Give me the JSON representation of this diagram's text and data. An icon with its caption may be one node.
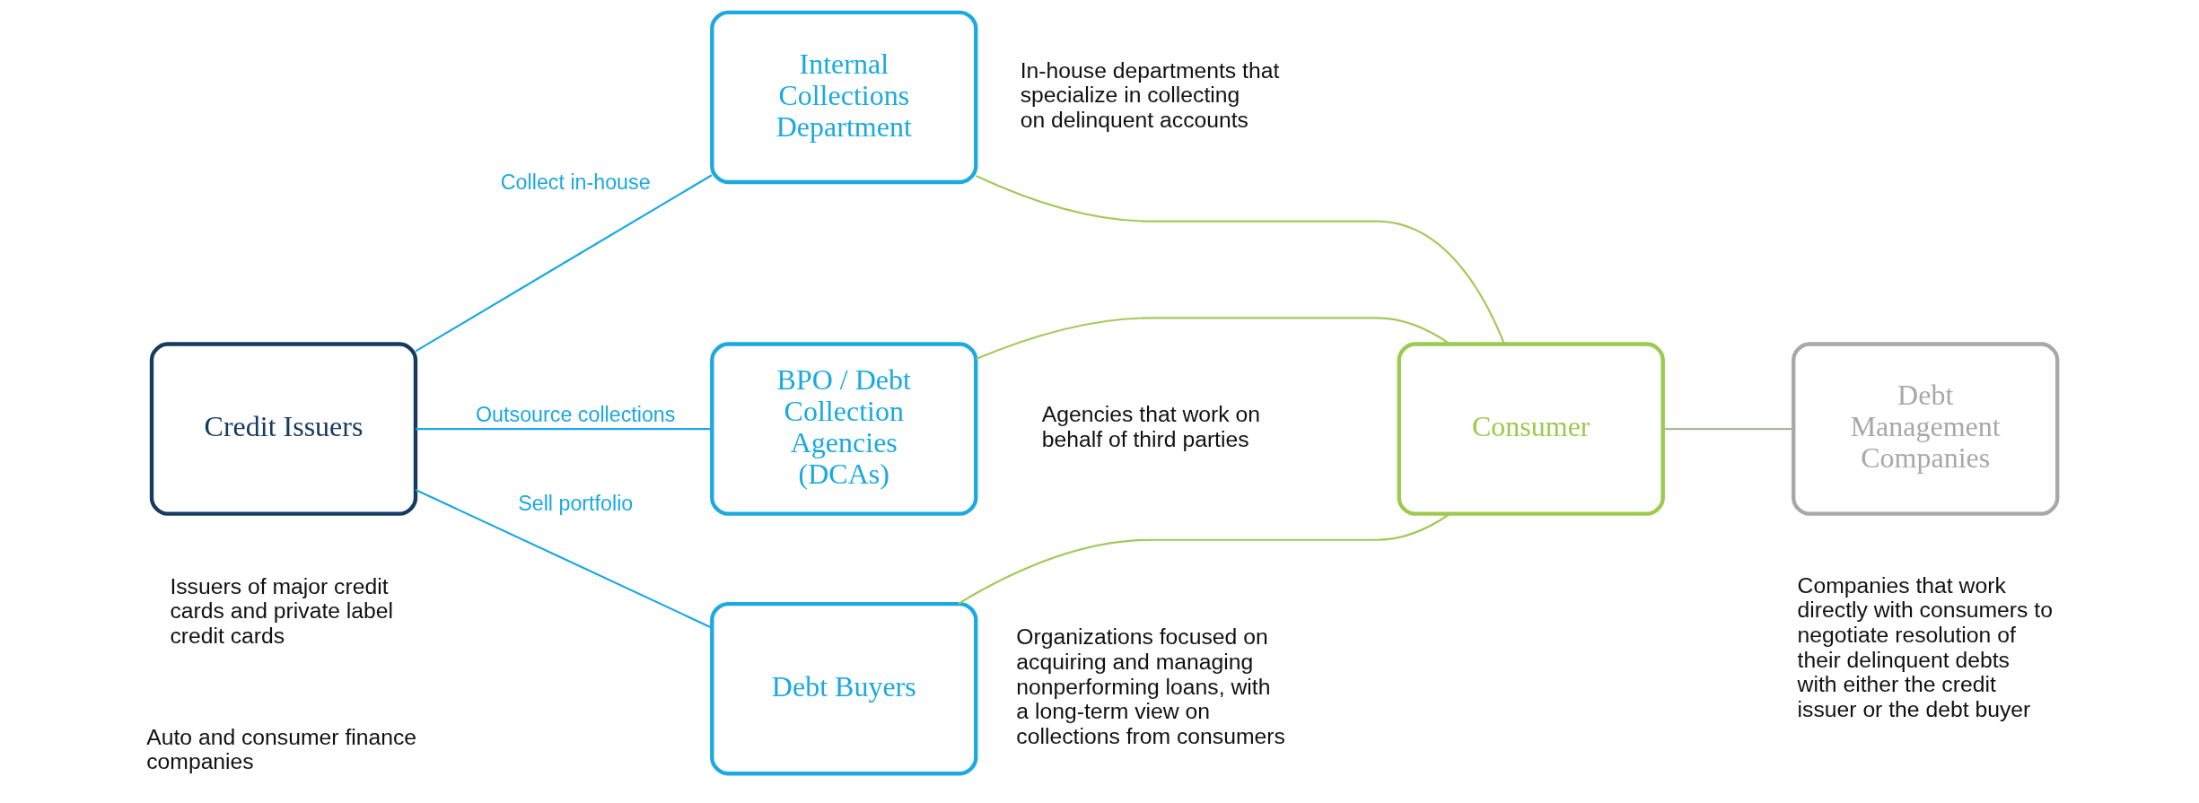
{
  "diagram": {
    "nodes": [
      {
        "text": [
          "Credit Issuers"
        ],
        "beside": [
          "Issuers of major credit cards and private label credit cards",
          "Auto and consumer finance companies"
        ]
      },
      {
        "text": [
          "Internal Collections Department"
        ],
        "beside": [
          "In-house departments that specialize in collecting on delinquent accounts"
        ]
      },
      {
        "text": [
          "BPO / Debt Collection Agencies (DCAs)"
        ],
        "beside": [
          "Agencies that work on behalf of third parties"
        ]
      },
      {
        "text": [
          "Debt Buyers"
        ],
        "beside": [
          "Organizations focused on acquiring and managing nonperforming loans, with a long-term view on collections from consumers"
        ]
      },
      {
        "text": [
          "Consumer"
        ]
      },
      {
        "text": [
          "Debt Management Companies"
        ],
        "beside": [
          "Companies that work directly with consumers to negotiate resolution of their delinquent debts with either the credit issuer or the debt buyer"
        ]
      }
    ],
    "edges": [
      {
        "from": 0,
        "to": 1,
        "arrow": "none",
        "label": "Collect in-house",
        "color": "#1aa9e0"
      },
      {
        "from": 0,
        "to": 2,
        "arrow": "none",
        "label": "Outsource collections",
        "color": "#1aa9e0"
      },
      {
        "from": 0,
        "to": 3,
        "arrow": "none",
        "label": "Sell portfolio",
        "color": "#1aa9e0"
      },
      {
        "from": 1,
        "to": 4,
        "arrow": "none",
        "color": "#a4c95a"
      },
      {
        "from": 2,
        "to": 4,
        "arrow": "none",
        "color": "#a4c95a"
      },
      {
        "from": 3,
        "to": 4,
        "arrow": "none",
        "color": "#a4c95a"
      },
      {
        "from": 4,
        "to": 5,
        "arrow": "none",
        "color": "#a8b89a"
      }
    ]
  }
}
